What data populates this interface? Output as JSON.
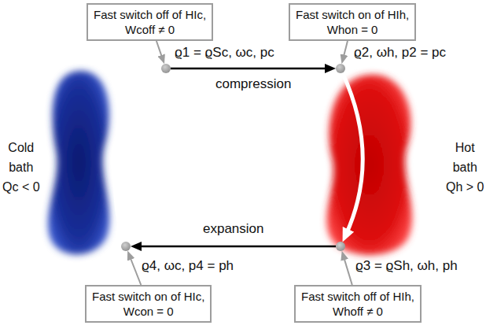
{
  "diagram": {
    "nodes": [
      {
        "text": [
          "Fast switch off of HIc,",
          "Wcoff ≠ 0"
        ]
      },
      {
        "text": [
          "Fast switch on of HIh,",
          "Whon = 0"
        ]
      },
      {
        "text": [
          "ϱ1 = ϱSc, ωc, pc"
        ]
      },
      {
        "text": [
          "ϱ2, ωh, p2 = pc"
        ]
      },
      {
        "text": [
          "Cold bath",
          "Qc < 0"
        ]
      },
      {
        "text": [
          "Hot bath",
          "Qh > 0"
        ]
      },
      {
        "text": [
          "ϱ4, ωc, p4 = ph"
        ]
      },
      {
        "text": [
          "ϱ3 = ϱSh, ωh, ph"
        ]
      },
      {
        "text": [
          "Fast switch on of HIc,",
          "Wcon = 0"
        ]
      },
      {
        "text": [
          "Fast switch off of HIh,",
          "Whoff ≠ 0"
        ]
      }
    ],
    "edges": [
      {
        "from": 2,
        "to": 3,
        "label": "compression",
        "arrow": "to"
      },
      {
        "from": 3,
        "to": 7,
        "arrow": "to"
      },
      {
        "from": 7,
        "to": 6,
        "label": "expansion",
        "arrow": "to"
      },
      {
        "from": 6,
        "to": 2,
        "arrow": "to"
      },
      {
        "from": 0,
        "to": 2,
        "arrow": "to"
      },
      {
        "from": 1,
        "to": 3,
        "arrow": "to"
      },
      {
        "from": 8,
        "to": 6,
        "arrow": "to"
      },
      {
        "from": 9,
        "to": 7,
        "arrow": "to"
      }
    ]
  }
}
